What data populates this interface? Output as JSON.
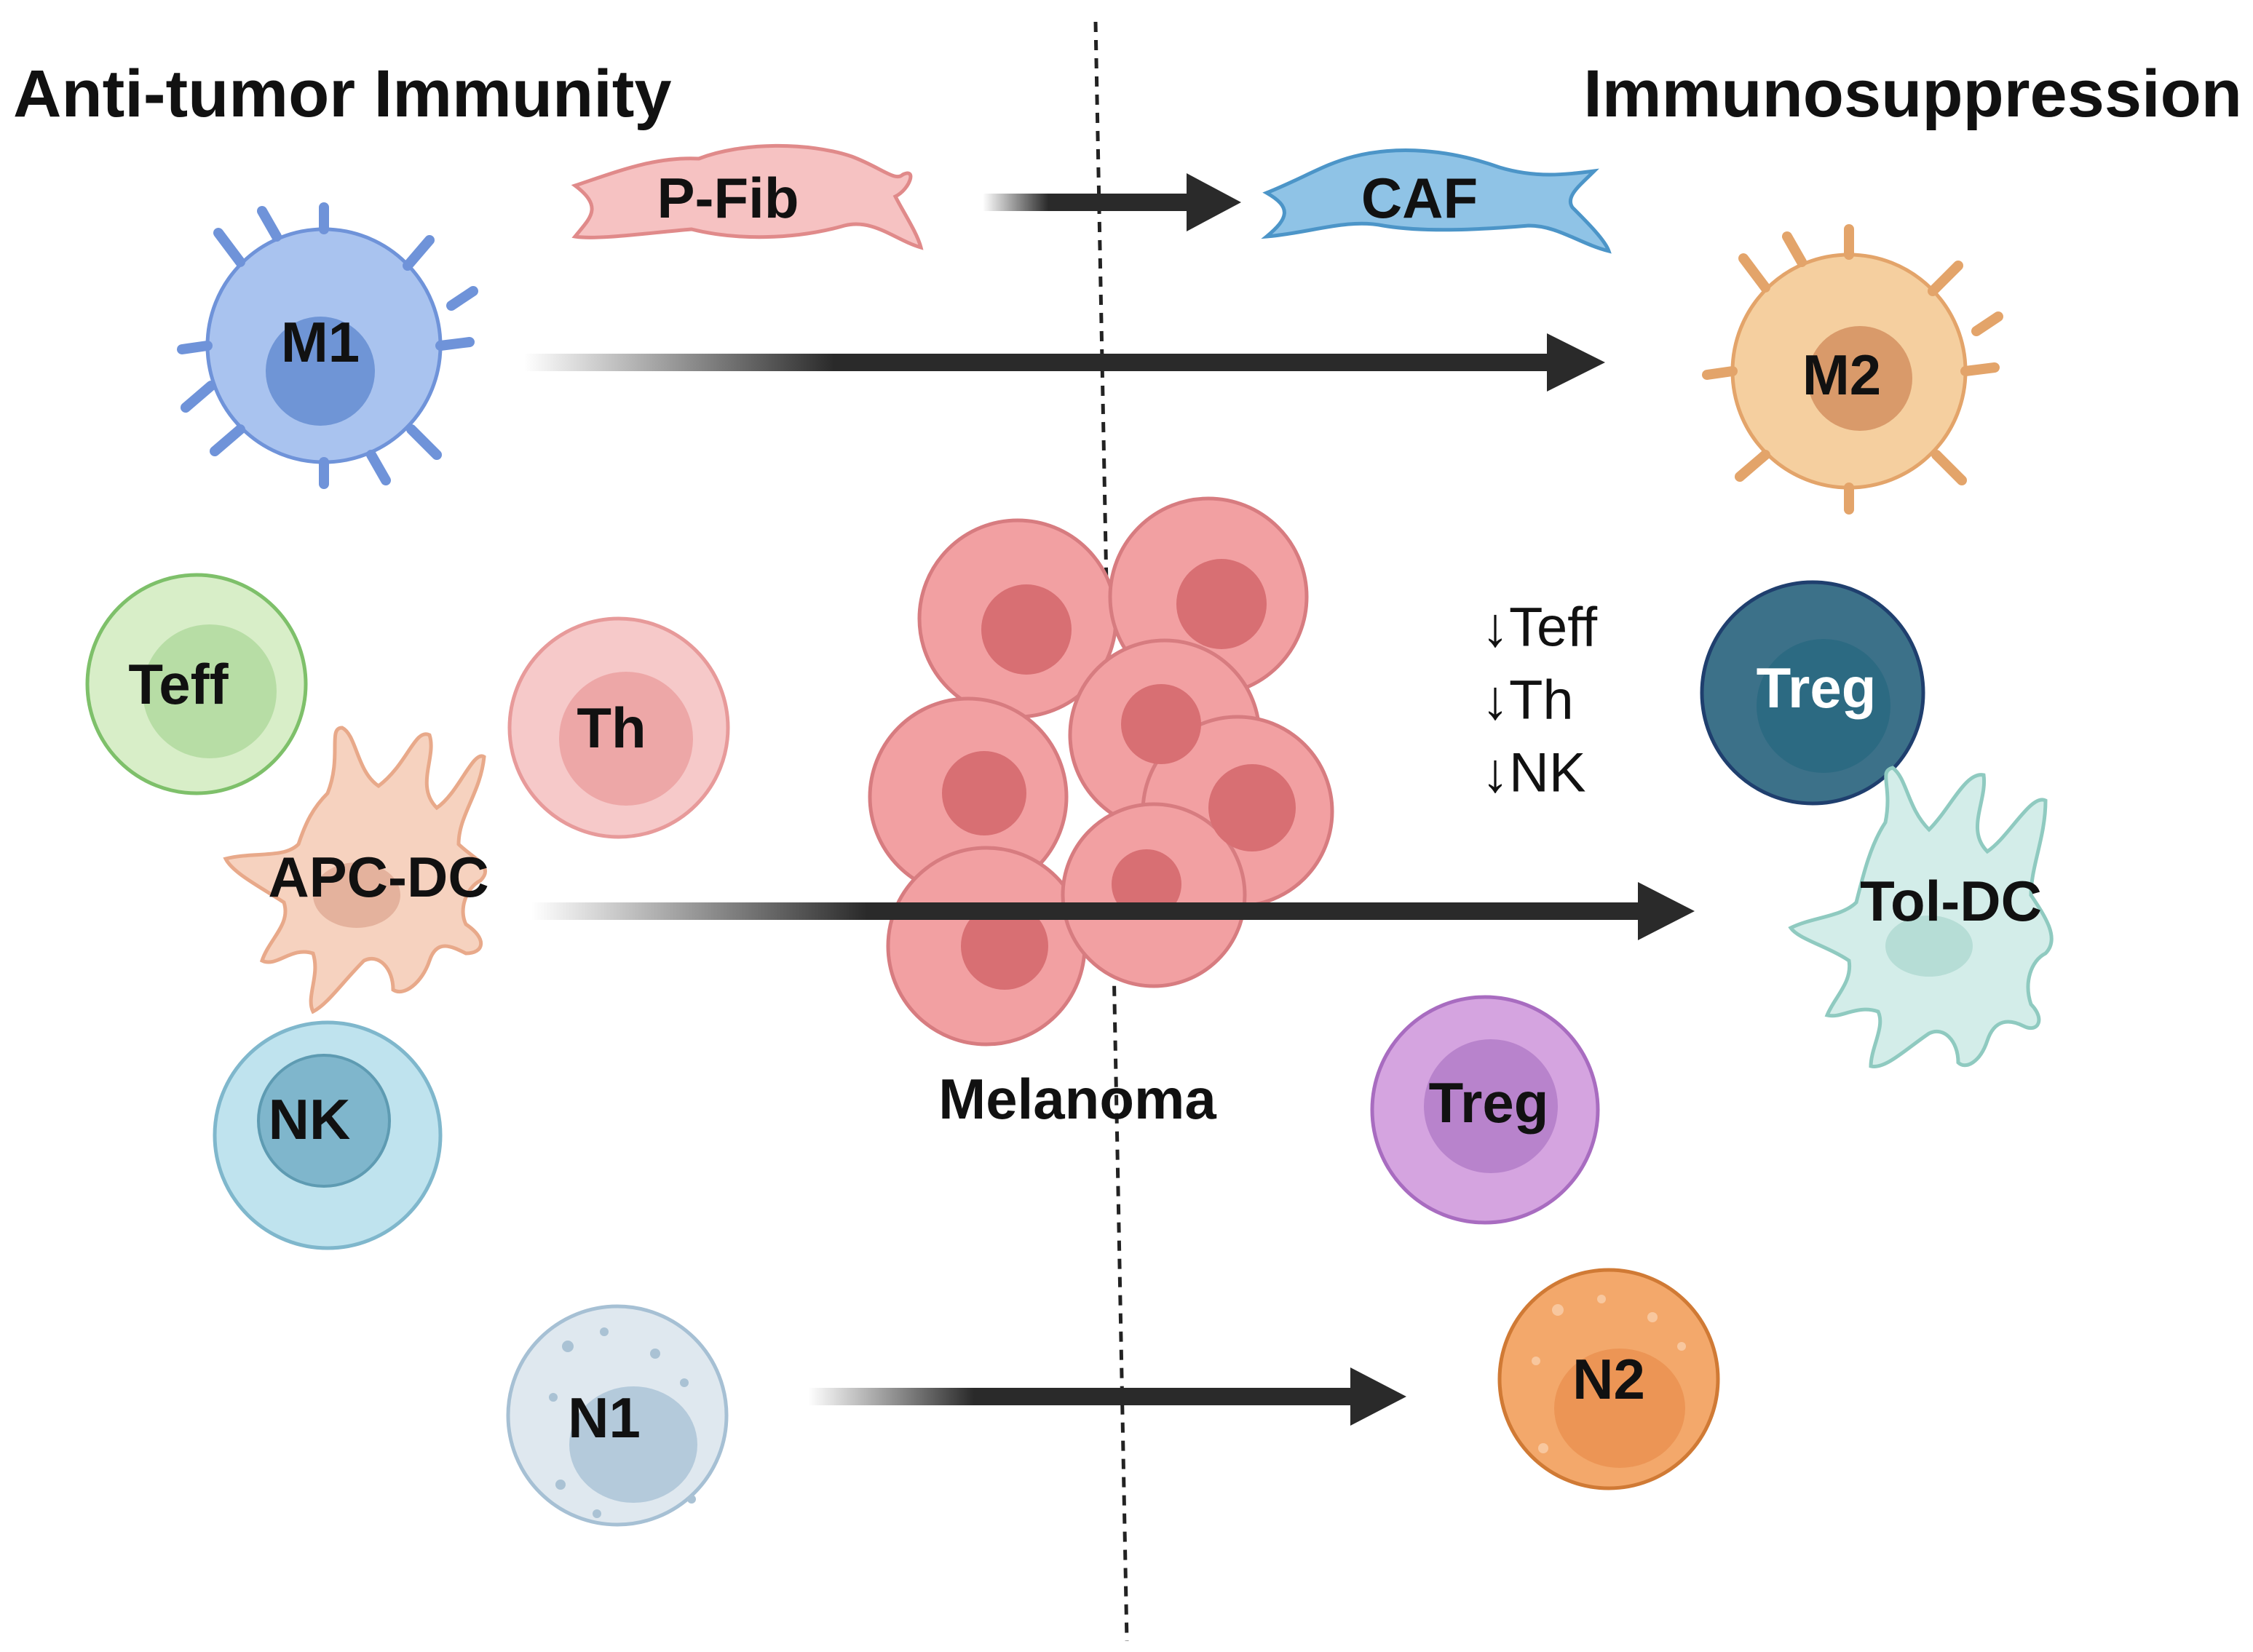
{
  "headings": {
    "left": "Anti-tumor Immunity",
    "right": "Immunosuppression"
  },
  "cells": {
    "p_fib": "P-Fib",
    "caf": "CAF",
    "m1": "M1",
    "m2": "M2",
    "teff": "Teff",
    "th": "Th",
    "apc_dc": "APC-DC",
    "nk": "NK",
    "n1": "N1",
    "n2": "N2",
    "treg_top": "Treg",
    "tol_dc": "Tol-DC",
    "treg_bottom": "Treg",
    "melanoma": "Melanoma"
  },
  "decreases": {
    "teff": "↓Teff",
    "th": "↓Th",
    "nk": "↓NK"
  },
  "colors": {
    "m1": "#a9c3ef",
    "m2": "#f5cf9f",
    "teff": "#d8eec8",
    "th": "#f6c9c9",
    "apc_dc": "#f6d2bf",
    "nk": "#bfe3ee",
    "n1": "#dfe8ef",
    "n2": "#f3a86b",
    "treg_top": "#3c7189",
    "tol_dc": "#d3ede9",
    "treg_bottom": "#d5a4e0",
    "p_fib": "#f6c2c2",
    "caf": "#8fc3e6",
    "melanoma": "#f2a0a2",
    "arrow": "#2a2a2a"
  }
}
